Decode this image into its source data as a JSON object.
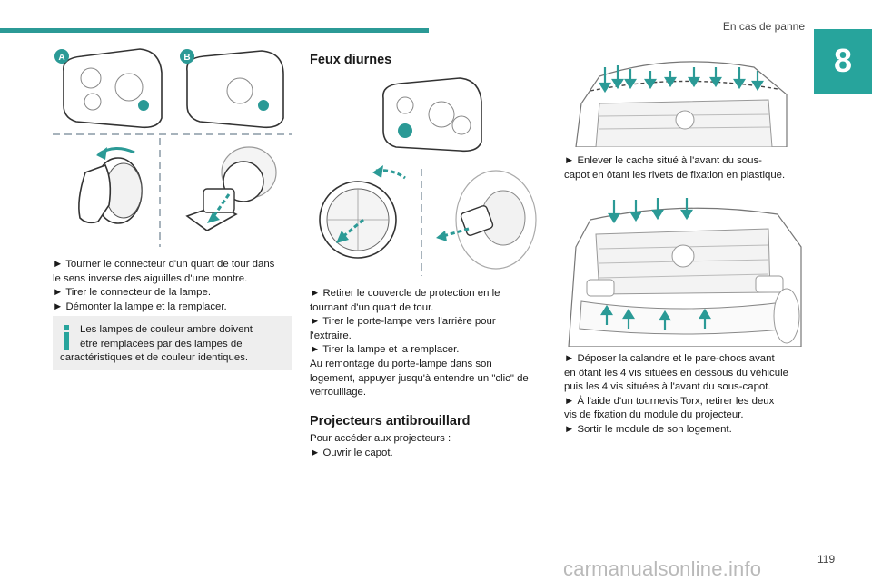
{
  "header": {
    "title": "En cas de panne",
    "chapter": "8",
    "page_number": "119"
  },
  "watermark": "carmanualsonline.info",
  "colors": {
    "accent": "#27a49c",
    "info_bg": "#eeeeee",
    "arrow": "#2b9a96"
  },
  "col1": {
    "badge_a": "A",
    "badge_b": "B",
    "lines": [
      "► Tourner le connecteur d'un quart de tour dans",
      "le sens inverse des aiguilles d'une montre.",
      "► Tirer le connecteur de la lampe.",
      "► Démonter la lampe et la remplacer."
    ],
    "info": {
      "icon": "info-icon",
      "lines": [
        "Les lampes de couleur ambre doivent",
        "être remplacées par des lampes de",
        "caractéristiques et de couleur identiques."
      ]
    }
  },
  "col2": {
    "heading_drl": "Feux diurnes",
    "drl_lines": [
      "► Retirer le couvercle de protection en le",
      "tournant d'un quart de tour.",
      "► Tirer le porte-lampe vers l'arrière pour",
      "l'extraire.",
      "► Tirer la lampe et la remplacer.",
      "Au remontage du porte-lampe dans son",
      "logement, appuyer jusqu'à entendre un \"clic\" de",
      "verrouillage."
    ],
    "heading_fog": "Projecteurs antibrouillard",
    "fog_lines": [
      "Pour accéder aux projecteurs :",
      "► Ouvrir le capot."
    ]
  },
  "col3": {
    "lines_1": [
      "► Enlever le cache situé à l'avant du sous-",
      "capot en ôtant les rivets de fixation en plastique."
    ],
    "lines_2": [
      "► Déposer la calandre et le pare-chocs avant",
      "en ôtant les 4 vis situées en dessous du véhicule",
      "puis les 4 vis situées à l'avant du sous-capot.",
      "► À l'aide d'un tournevis Torx, retirer les deux",
      "vis de fixation du module du projecteur.",
      "► Sortir le module de son logement."
    ]
  }
}
